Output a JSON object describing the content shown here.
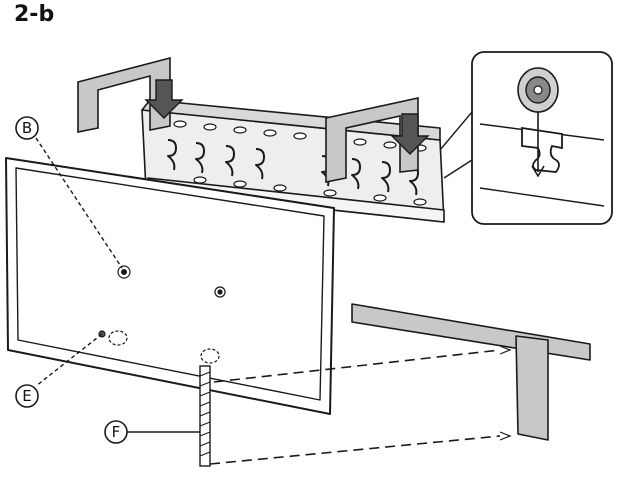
{
  "step": {
    "label": "2-b"
  },
  "callouts": [
    {
      "id": "B",
      "label": "B"
    },
    {
      "id": "E",
      "label": "E"
    },
    {
      "id": "F",
      "label": "F"
    }
  ],
  "colors": {
    "line": "#1a1a1a",
    "fill_gray": "#c8c8c8",
    "bracket_gray": "#e6e6e6",
    "dark_gray": "#555555",
    "background": "#ffffff"
  },
  "icons": [
    "down-arrow-icon",
    "down-arrow-icon",
    "zoom-detail-icon"
  ]
}
